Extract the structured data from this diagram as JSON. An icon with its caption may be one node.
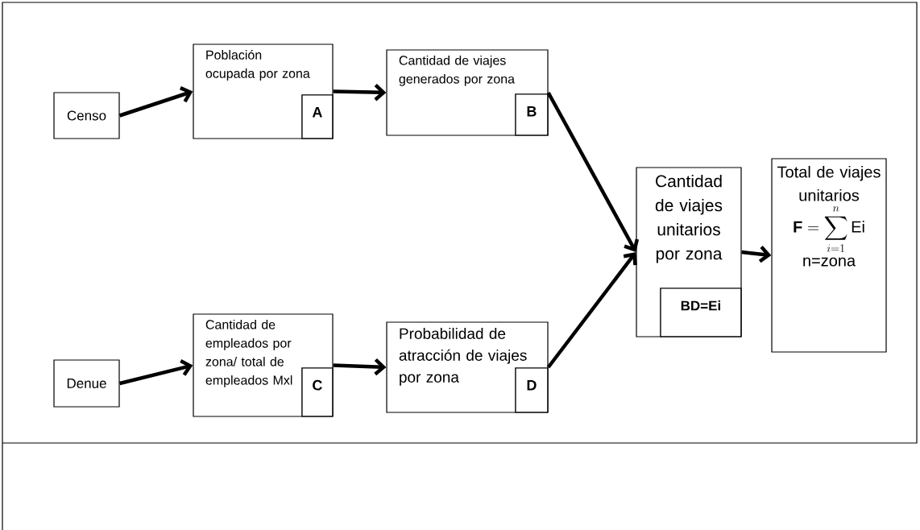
{
  "diagram": {
    "nodes": [
      {
        "text": [
          "Censo"
        ]
      },
      {
        "text": [
          "Población ocupada por zona"
        ]
      },
      {
        "text": [
          "A"
        ],
        "in": 1
      },
      {
        "text": [
          "Cantidad de viajes generados por zona"
        ]
      },
      {
        "text": [
          "B"
        ],
        "in": 3
      },
      {
        "text": [
          "Denue"
        ]
      },
      {
        "text": [
          "Cantidad de empleados por zona/ total de empleados Mxl"
        ]
      },
      {
        "text": [
          "C"
        ],
        "in": 6
      },
      {
        "text": [
          "Probabilidad de atracción  de viajes por zona"
        ]
      },
      {
        "text": [
          "D"
        ],
        "in": 8
      },
      {
        "text": [
          "Cantidad de viajes unitarios por zona"
        ]
      },
      {
        "text": [
          "BD=Ei"
        ],
        "in": 10
      },
      {
        "text": [
          "Total de viajes unitarios",
          "\\mathbf{F}=\\sum_{i=1}^{n}\\mathrm{Ei}",
          "n=zona"
        ]
      }
    ],
    "edges": [
      {
        "from": 0,
        "to": 1,
        "arrow": "to"
      },
      {
        "from": 1,
        "to": 3,
        "arrow": "to"
      },
      {
        "from": 3,
        "to": 10,
        "arrow": "to"
      },
      {
        "from": 5,
        "to": 6,
        "arrow": "to"
      },
      {
        "from": 6,
        "to": 8,
        "arrow": "to"
      },
      {
        "from": 8,
        "to": 10,
        "arrow": "to"
      },
      {
        "from": 10,
        "to": 12,
        "arrow": "to"
      }
    ]
  }
}
